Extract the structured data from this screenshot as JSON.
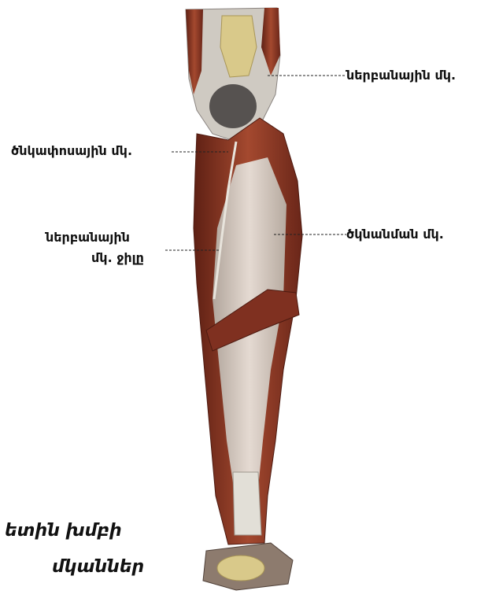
{
  "labels": {
    "medial_head": "ներբանային մկ.",
    "popliteus": "ծնկափոսային մկ.",
    "plantaris_tendon_line1": "ներբանային",
    "plantaris_tendon_line2": "մկ. ջիլը",
    "gastrocnemius": "ծկնանման մկ."
  },
  "caption": {
    "line1": "ետին խմբի",
    "line2": "մկաններ"
  },
  "colors": {
    "muscle": "#8e3b2a",
    "muscle_dark": "#6a2619",
    "tendon": "#d8d6cf",
    "bone": "#d9c98a"
  }
}
